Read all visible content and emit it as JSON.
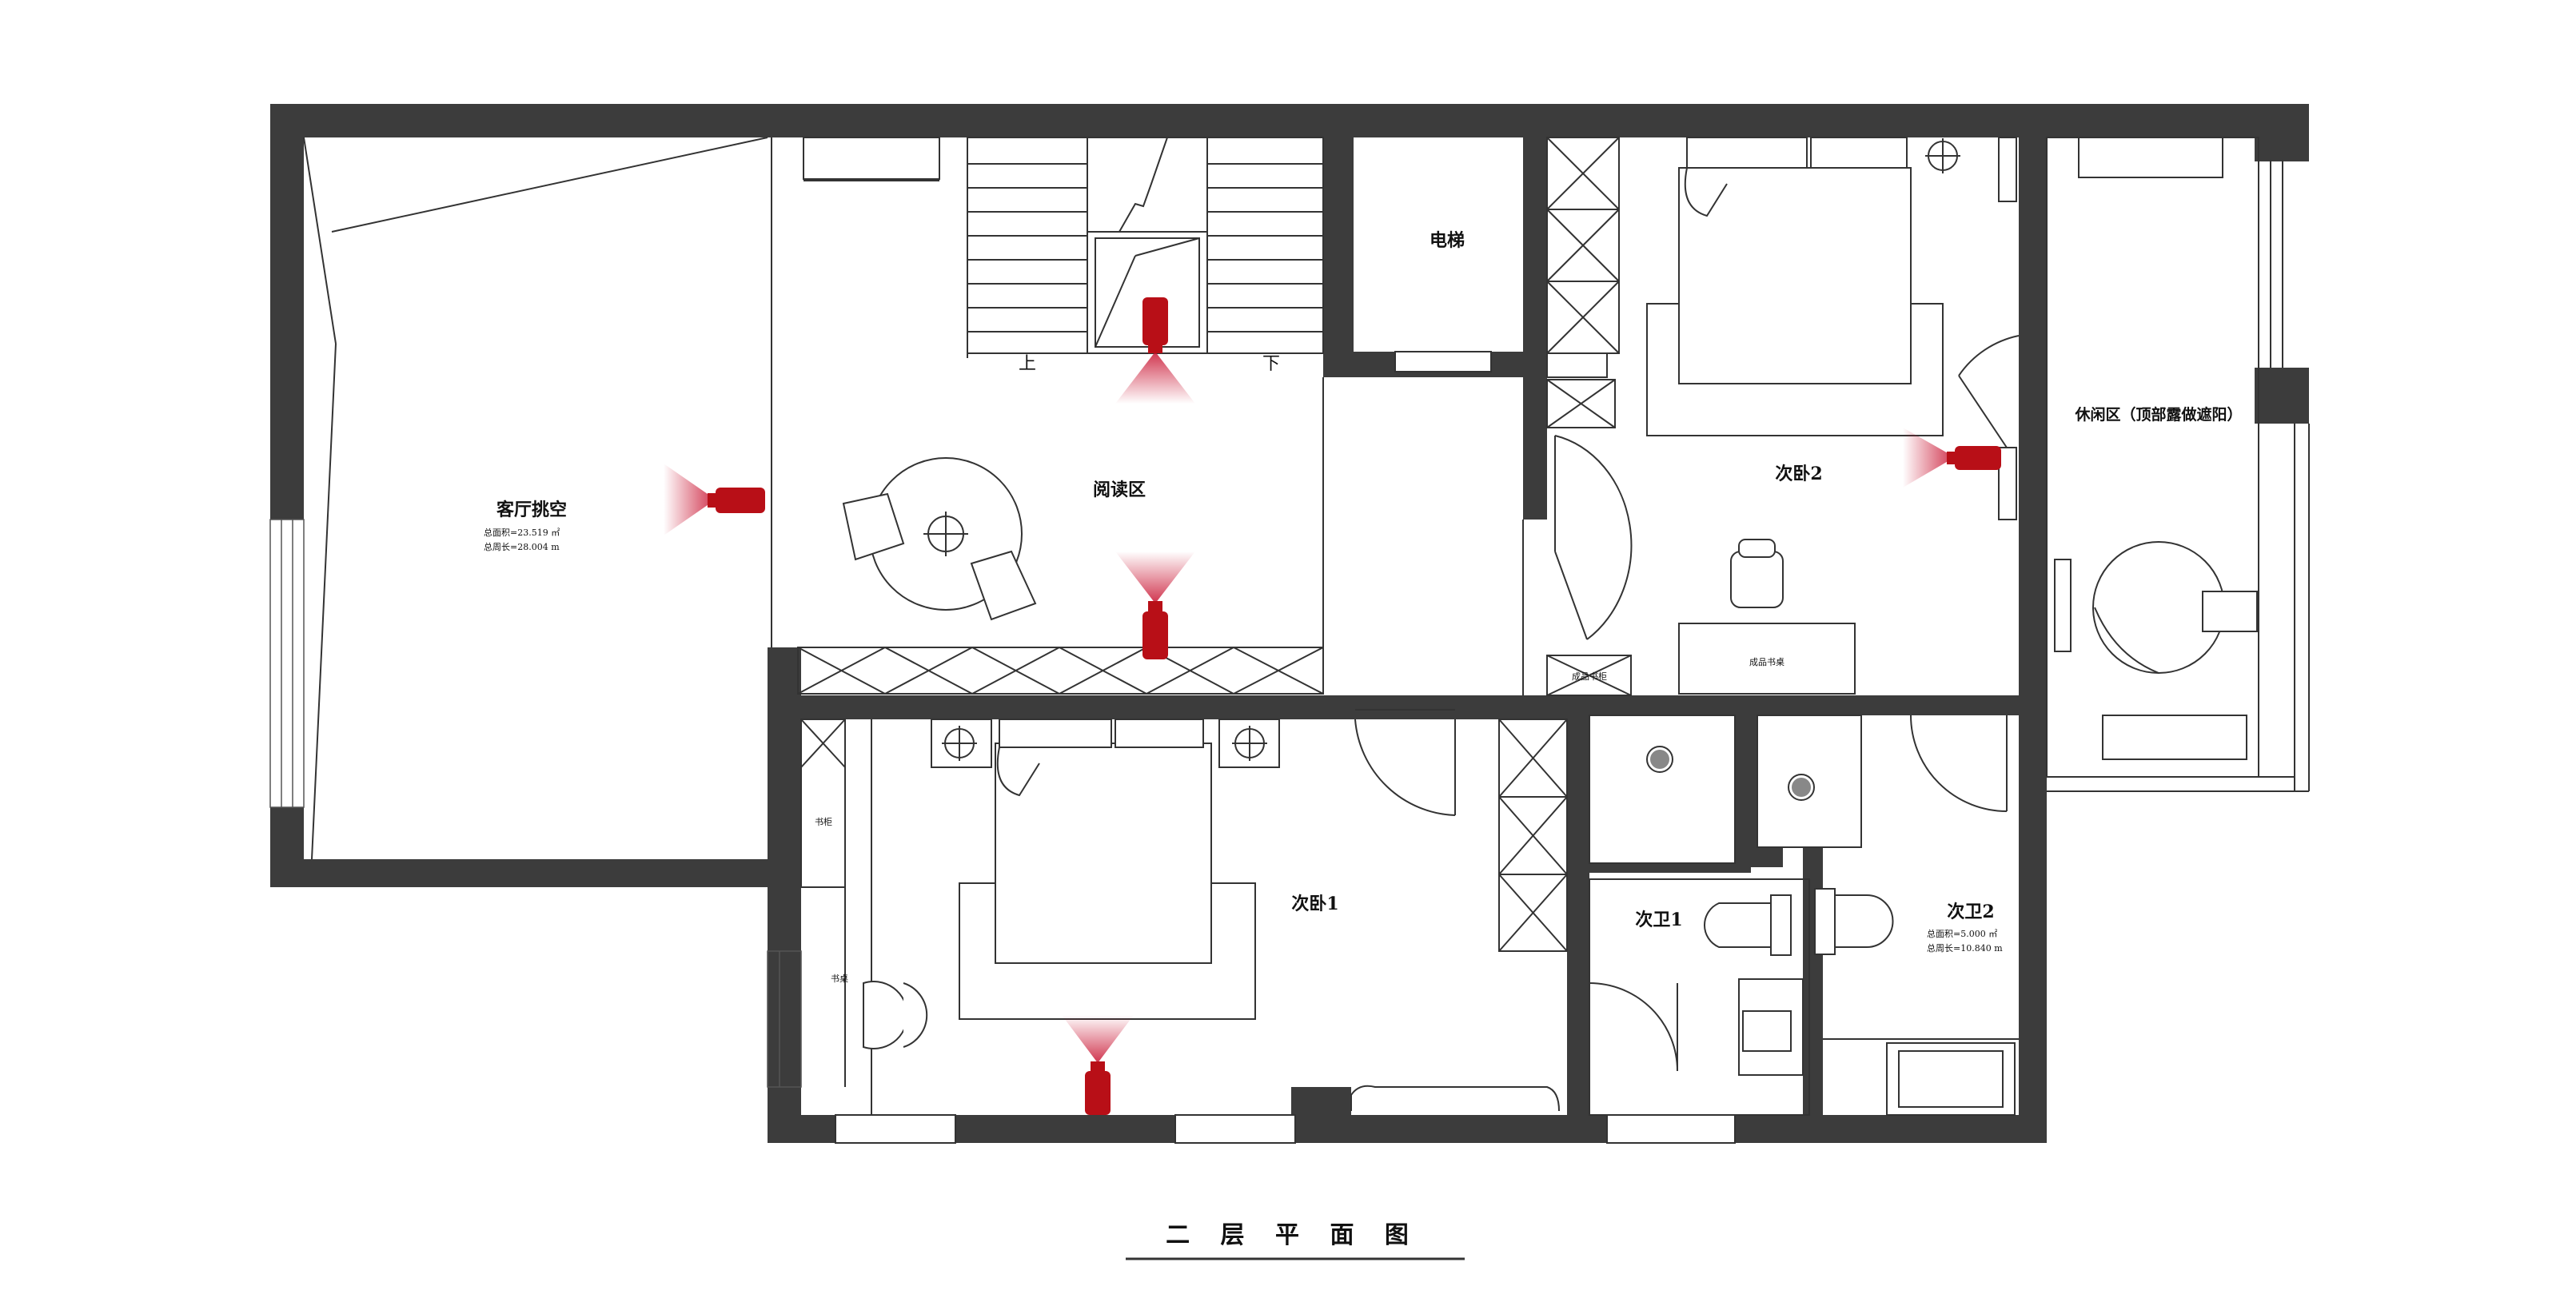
{
  "plan": {
    "title": "二 层 平 面 图",
    "rooms": {
      "living_void": {
        "name": "客厅挑空",
        "line1": "总面积=23.519 ㎡",
        "line2": "总周长=28.004 m"
      },
      "reading": {
        "name": "阅读区"
      },
      "elevator": {
        "name": "电梯"
      },
      "bedroom2": {
        "name": "次卧2"
      },
      "leisure": {
        "name": "休闲区（顶部露做遮阳）"
      },
      "bedroom1": {
        "name": "次卧1"
      },
      "bath1": {
        "name": "次卫1"
      },
      "bath2": {
        "name": "次卫2",
        "line1": "总面积=5.000 ㎡",
        "line2": "总周长=10.840 m"
      }
    },
    "labels": {
      "stair_up": "上",
      "stair_down": "下",
      "desk_b2": "成品书桌",
      "shelf_b2": "成品书柜",
      "bookcase": "书柜",
      "desk_b1": "书桌"
    },
    "colors": {
      "wall": "#3c3c3c",
      "camera": "#b80f17",
      "fov": "#c8102e"
    }
  }
}
